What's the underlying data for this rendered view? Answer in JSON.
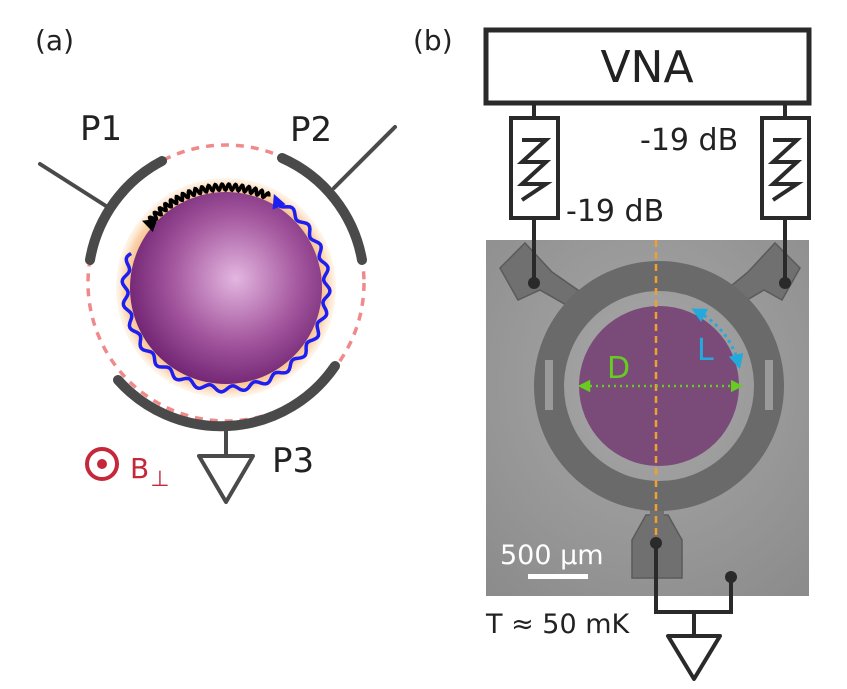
{
  "panel_a": {
    "label": "(a)",
    "ports": {
      "p1": "P1",
      "p2": "P2",
      "p3": "P3"
    },
    "field_label": "B",
    "field_sub": "⊥"
  },
  "panel_b": {
    "label": "(b)",
    "instrument": "VNA",
    "attenuator_left": "-19 dB",
    "attenuator_right": "-19 dB",
    "dim_D": "D",
    "dim_L": "L",
    "scale_bar": "500 µm",
    "temperature": "T ≈ 50 mK"
  },
  "colors": {
    "disk_center": "#d9a7d9",
    "disk_edge": "#6b1f6e",
    "glow": "#f7b977",
    "contact": "#4a4a4a",
    "dashed_ring": "#f08a8a",
    "edge_blue": "#1e1ef0",
    "edge_black": "#000000",
    "field_red": "#c4283a",
    "dim_D": "#66cc22",
    "dim_L": "#22aadd",
    "axis_orange": "#f0a030"
  }
}
